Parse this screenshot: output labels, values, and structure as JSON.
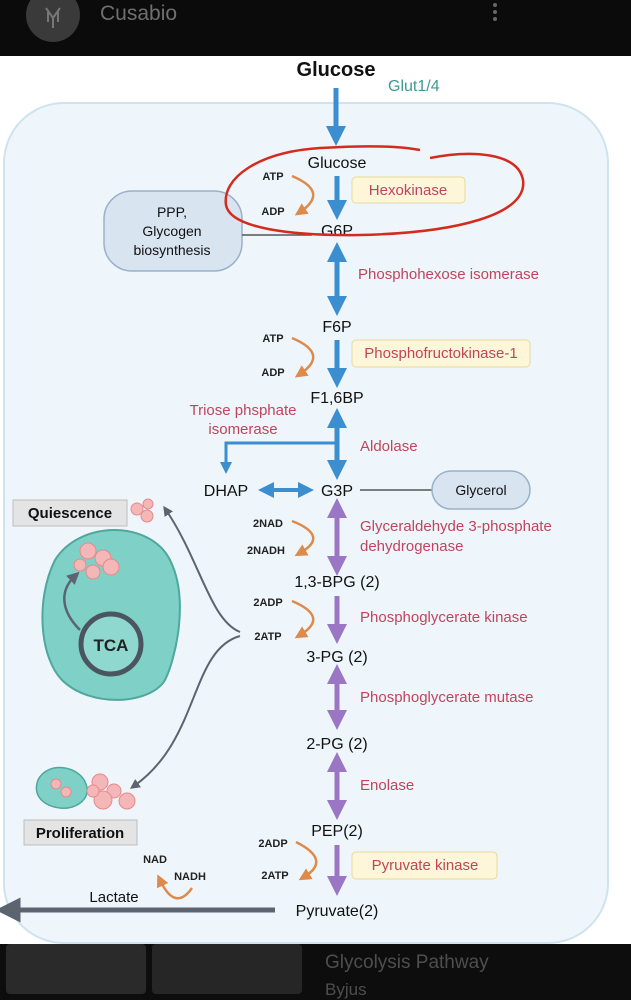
{
  "app": {
    "title": "Cusabio"
  },
  "diagram": {
    "glucose_outside": "Glucose",
    "transporter": "Glut1/4",
    "ppp_box": [
      "PPP,",
      "Glycogen",
      "biosynthesis"
    ],
    "metabolites": {
      "glucose": "Glucose",
      "g6p": "G6P",
      "f6p": "F6P",
      "f16bp": "F1,6BP",
      "dhap": "DHAP",
      "g3p": "G3P",
      "bpg13": "1,3-BPG (2)",
      "pg3": "3-PG (2)",
      "pg2": "2-PG (2)",
      "pep": "PEP(2)",
      "pyruvate": "Pyruvate(2)",
      "lactate": "Lactate",
      "glycerol": "Glycerol"
    },
    "enzymes": {
      "hexokinase": "Hexokinase",
      "phi": "Phosphohexose isomerase",
      "pfk1": "Phosphofructokinase-1",
      "tpi": [
        "Triose phsphate",
        "isomerase"
      ],
      "aldolase": "Aldolase",
      "gapdh": [
        "Glyceraldehyde 3-phosphate",
        "dehydrogenase"
      ],
      "pgk": "Phosphoglycerate kinase",
      "pgm": "Phosphoglycerate mutase",
      "enolase": "Enolase",
      "pk": "Pyruvate kinase"
    },
    "cofactors": {
      "atp1": "ATP",
      "adp1": "ADP",
      "atp2": "ATP",
      "adp2": "ADP",
      "nad2": "2NAD",
      "nadh2": "2NADH",
      "adp3": "2ADP",
      "atp3": "2ATP",
      "adp4": "2ADP",
      "atp4": "2ATP",
      "nad": "NAD",
      "nadh": "NADH"
    },
    "quiescence": "Quiescence",
    "proliferation": "Proliferation",
    "tca": "TCA"
  },
  "colors": {
    "blue_arrow": "#3b8fd0",
    "purple_arrow": "#9a76c4",
    "enzyme_text": "#c0455c",
    "teal_text": "#3f9a93",
    "annotation_red": "#d42b1e",
    "cell_fill": "#eef6fb",
    "yellow_box": "#fdf6d8"
  },
  "bottom": {
    "caption_title": "Glycolysis Pathway",
    "caption_source": "Byjus"
  },
  "icons": {
    "more": "more-vert-icon",
    "logo": "cusabio-logo-icon"
  }
}
